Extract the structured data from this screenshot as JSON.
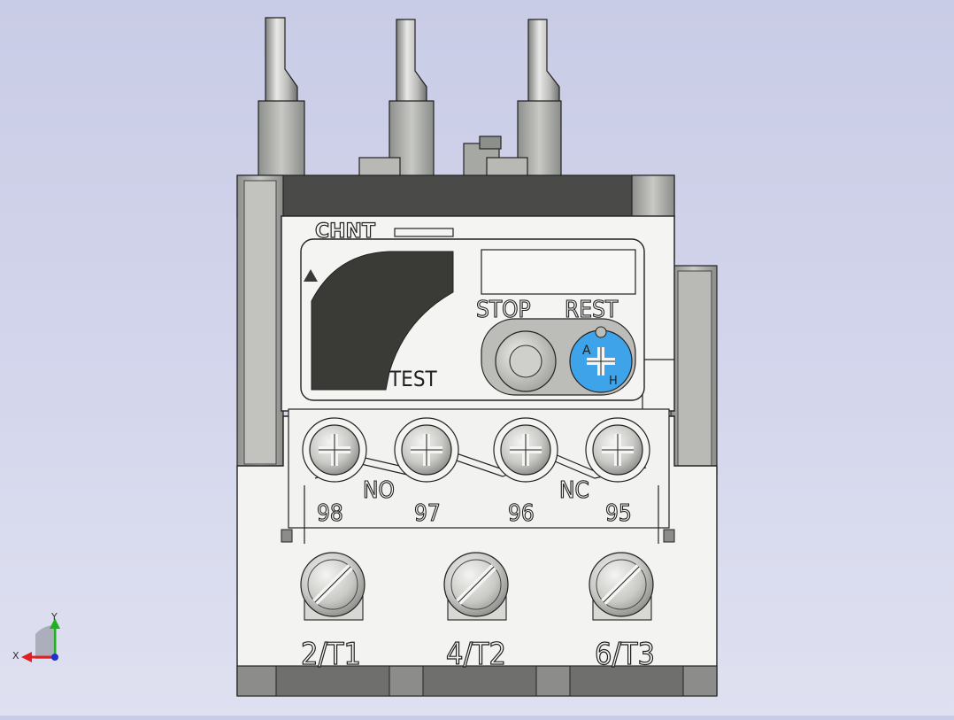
{
  "brand": {
    "logo_text": "CHNT"
  },
  "front_panel": {
    "test_label": "TEST",
    "stop_label": "STOP",
    "reset_label": "REST",
    "dial_mode_a": "A",
    "dial_mode_h": "H"
  },
  "aux_contacts": {
    "no_label": "NO",
    "nc_label": "NC",
    "terminals": [
      "98",
      "97",
      "96",
      "95"
    ]
  },
  "main_terminals": [
    "2/T1",
    "4/T2",
    "6/T3"
  ],
  "axis_triad": {
    "x_label": "X",
    "y_label": "Y"
  },
  "colors": {
    "background": "#cfd2ea",
    "housing": "#f3f3f1",
    "dark_window": "#3a3a36",
    "reset_dial": "#3ea3e8",
    "axis_x": "#e02020",
    "axis_y": "#20b020",
    "axis_z": "#2030d0"
  }
}
